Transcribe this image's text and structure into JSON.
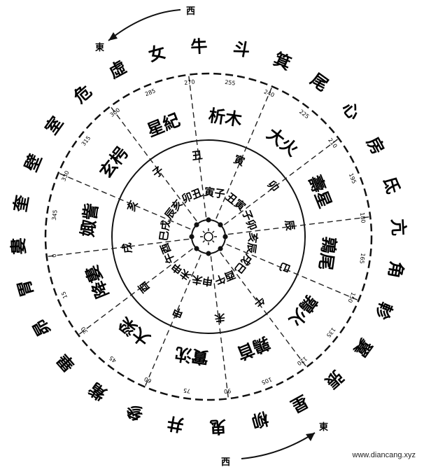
{
  "outer_ring_names": [
    "斗",
    "牛",
    "女",
    "虛",
    "危",
    "室",
    "壁",
    "奎",
    "婁",
    "胃",
    "昴",
    "畢",
    "觜",
    "參",
    "井",
    "鬼",
    "柳",
    "星",
    "張",
    "翼",
    "軫",
    "角",
    "亢",
    "氐",
    "房",
    "心",
    "尾",
    "箕"
  ],
  "degree_labels": [
    "255",
    "270",
    "285",
    "300",
    "315",
    "330",
    "345",
    "0",
    "15",
    "30",
    "45",
    "60",
    "75",
    "90",
    "105",
    "120",
    "135",
    "150",
    "165",
    "180",
    "195",
    "210",
    "225",
    "240"
  ],
  "middle_band": [
    "星紀",
    "玄枵",
    "娵訾",
    "降婁",
    "大梁",
    "實沈",
    "鶉首",
    "鶉火",
    "鶉尾",
    "壽星",
    "大火",
    "析木"
  ],
  "inner_band": [
    "丑",
    "子",
    "亥",
    "戌",
    "酉",
    "申",
    "未",
    "午",
    "巳",
    "辰",
    "卯",
    "寅"
  ],
  "center_labels": [
    "寅子",
    "卯丑",
    "辰亥",
    "巳戌",
    "午酉",
    "未申",
    "申未",
    "酉午",
    "戌巳",
    "亥辰",
    "子卯",
    "丑寅"
  ],
  "direction_labels": {
    "top_west": "西",
    "top_east": "東",
    "bottom_west": "西",
    "bottom_east": "東"
  },
  "watermark": "www.diancang.xyz"
}
